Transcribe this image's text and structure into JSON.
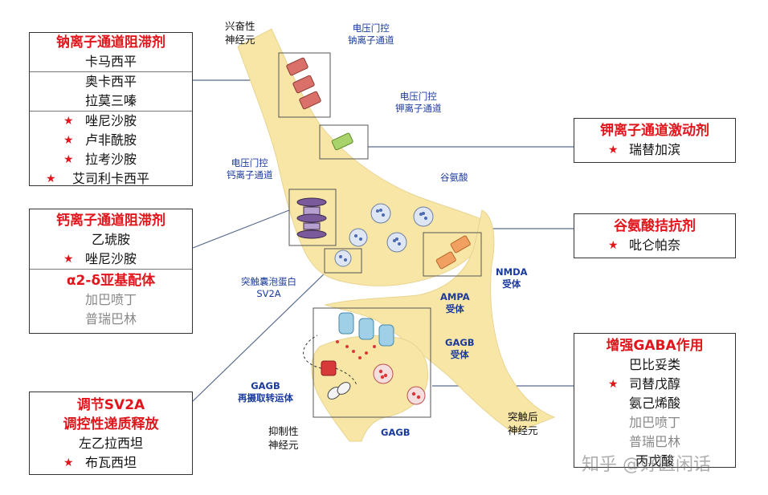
{
  "diagram": {
    "excitatory_neuron": "兴奋性\n神经元",
    "inhibitory_neuron": "抑制性\n神经元",
    "postsynaptic_neuron": "突触后\n神经元",
    "nav_channel": "电压门控\n钠离子通道",
    "kv_channel": "电压门控\n钾离子通道",
    "cav_channel": "电压门控\n钙离子通道",
    "glutamate": "谷氨酸",
    "sv2a": "突触囊泡蛋白\nSV2A",
    "nmda": "NMDA\n受体",
    "ampa": "AMPA\n受体",
    "gagb_receptor": "GAGB\n受体",
    "gagb_transporter": "GAGB\n再摄取转运体",
    "gagb": "GAGB"
  },
  "boxes": {
    "sodium": {
      "head": "钠离子通道阻滞剂",
      "drugs": [
        "卡马西平",
        "奥卡西平",
        "拉莫三嗪",
        "唑尼沙胺",
        "卢非酰胺",
        "拉考沙胺",
        "艾司利卡西平"
      ]
    },
    "calcium": {
      "head": "钙离子通道阻滞剂",
      "drugs": [
        "乙琥胺",
        "唑尼沙胺"
      ],
      "head2": "α2-δ亚基配体",
      "drugs2": [
        "加巴喷丁",
        "普瑞巴林"
      ]
    },
    "sv2a": {
      "head": "调节SV2A",
      "head_line2": "调控性递质释放",
      "drugs": [
        "左乙拉西坦",
        "布瓦西坦"
      ]
    },
    "potassium": {
      "head": "钾离子通道激动剂",
      "drugs": [
        "瑞替加滨"
      ]
    },
    "glutamate": {
      "head": "谷氨酸拮抗剂",
      "drugs": [
        "吡仑帕奈"
      ]
    },
    "gaba": {
      "head": "增强GABA作用",
      "drugs": [
        "巴比妥类",
        "司替戊醇",
        "氨己烯酸",
        "加巴喷丁",
        "普瑞巴林",
        "丙戊酸"
      ]
    }
  },
  "watermark": "知乎 @好医闲话",
  "colors": {
    "accent_red": "#e0161c",
    "label_blue": "#1b3a9e",
    "neuron_fill": "#f8e6a6"
  }
}
